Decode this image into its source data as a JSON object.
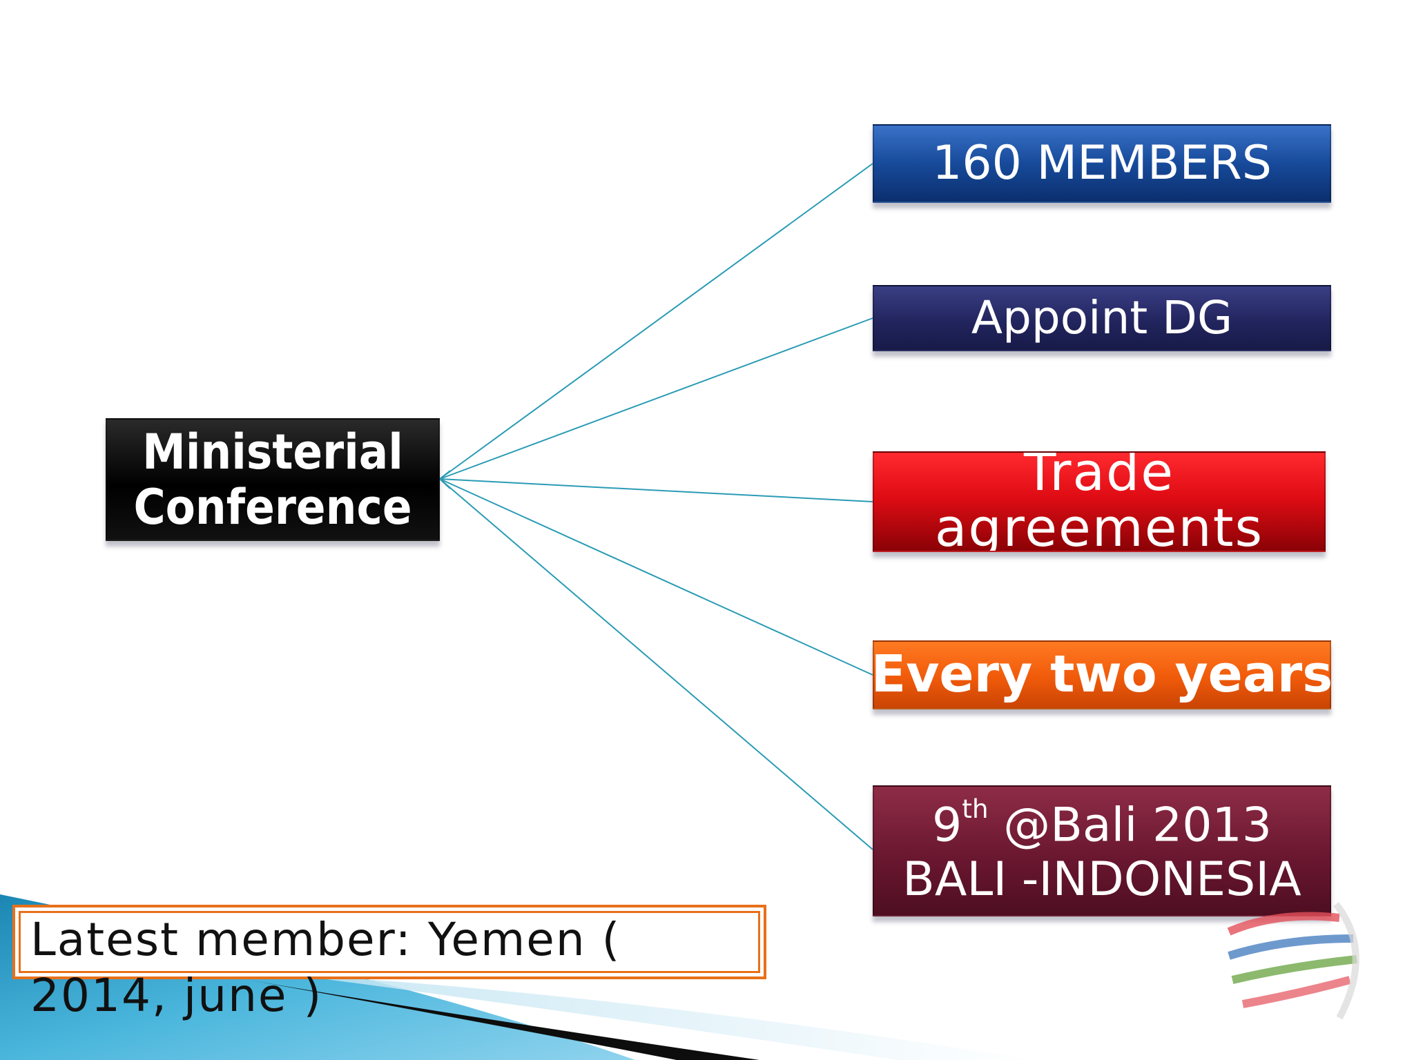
{
  "diagram": {
    "hub": {
      "lines": [
        "Ministerial",
        "Conference"
      ]
    },
    "nodes": [
      {
        "id": "members",
        "lines": [
          "160 MEMBERS"
        ]
      },
      {
        "id": "dg",
        "lines": [
          "Appoint DG"
        ]
      },
      {
        "id": "trade",
        "lines": [
          "Trade",
          "agreements"
        ]
      },
      {
        "id": "years",
        "lines": [
          "Every two years"
        ]
      },
      {
        "id": "bali",
        "line1_number": "9",
        "line1_sup": "th",
        "line1_rest": " @Bali 2013",
        "line2": "BALI -INDONESIA"
      }
    ],
    "footnote": "Latest member: Yemen ( 2014, june )"
  },
  "colors": {
    "connector": "#2a9bb5",
    "members": "#174a9a",
    "dg": "#22255e",
    "trade": "#e00c14",
    "years": "#f05a0a",
    "bali": "#6a1730",
    "footnote_border": "#e8701a"
  },
  "decorations": {
    "logo": "wto-logo-icon"
  }
}
